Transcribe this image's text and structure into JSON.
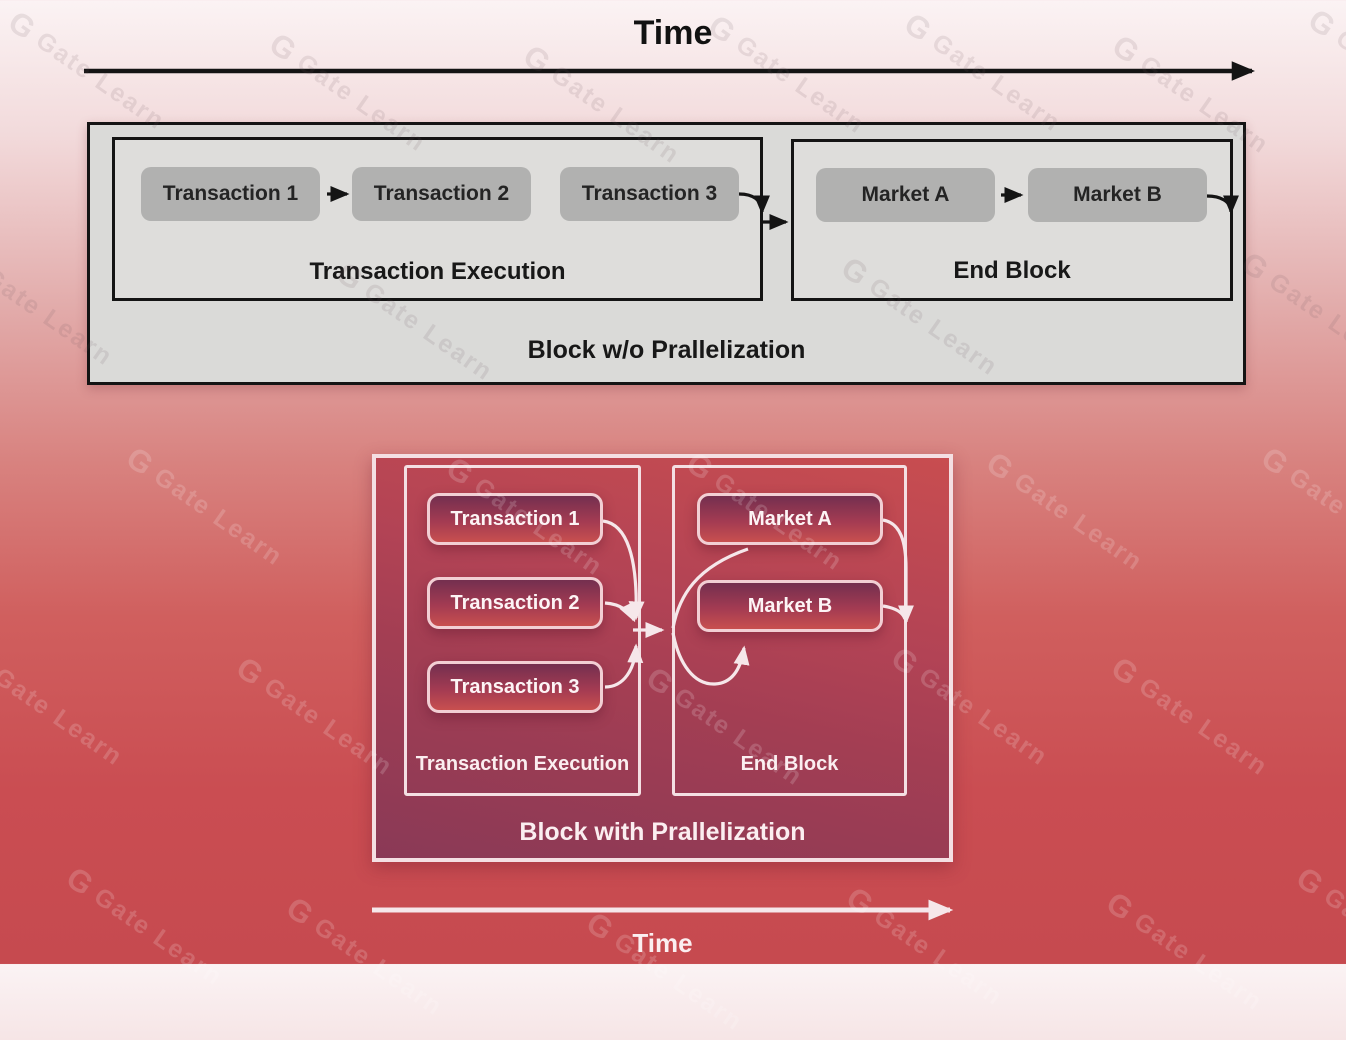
{
  "page": {
    "watermark_text": "Gate Learn",
    "watermark_logo": "G"
  },
  "timeline_top": {
    "label": "Time"
  },
  "timeline_bottom": {
    "label": "Time"
  },
  "sequential_block": {
    "caption": "Block w/o Prallelization",
    "transaction_execution": {
      "caption": "Transaction Execution",
      "transactions": [
        "Transaction 1",
        "Transaction 2",
        "Transaction 3"
      ]
    },
    "end_block": {
      "caption": "End Block",
      "markets": [
        "Market A",
        "Market B"
      ]
    }
  },
  "parallel_block": {
    "caption": "Block with Prallelization",
    "transaction_execution": {
      "caption": "Transaction Execution",
      "transactions": [
        "Transaction 1",
        "Transaction 2",
        "Transaction 3"
      ]
    },
    "end_block": {
      "caption": "End Block",
      "markets": [
        "Market A",
        "Market B"
      ]
    }
  },
  "colors": {
    "background_top": "#fbf3f4",
    "background_bottom": "#c64a4f",
    "sequential_fill": "#dadad8",
    "sequential_border": "#141414",
    "sequential_button": "#b1b1b0",
    "parallel_border": "#f4dfe3",
    "parallel_fill_top": "#c84d50",
    "parallel_fill_bottom": "#8a3956",
    "parallel_node_top": "#742f4f",
    "parallel_node_bottom": "#c84f4f",
    "arrow_dark": "#141414",
    "arrow_light": "#f6e7ea"
  }
}
